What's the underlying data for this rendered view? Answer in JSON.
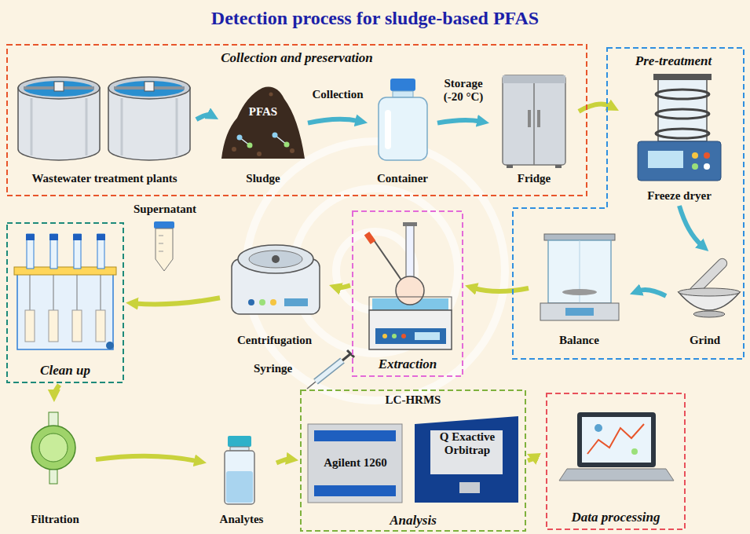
{
  "diagram": {
    "title": "Detection process for sludge-based PFAS",
    "nodes": [
      {
        "text": [
          "Collection and preservation"
        ]
      },
      {
        "text": [
          "Wastewater treatment plants"
        ],
        "in": 0
      },
      {
        "text": [
          "PFAS",
          "Sludge"
        ],
        "in": 0
      },
      {
        "text": [
          "Container"
        ],
        "in": 0
      },
      {
        "text": [
          "Fridge"
        ],
        "in": 0
      },
      {
        "text": [
          "Pre-treatment"
        ]
      },
      {
        "text": [
          "Freeze dryer"
        ],
        "in": 5
      },
      {
        "text": [
          "Grind"
        ],
        "in": 5
      },
      {
        "text": [
          "Balance"
        ],
        "in": 5
      },
      {
        "text": [
          "Extraction"
        ]
      },
      {
        "text": [
          "Centrifugation"
        ]
      },
      {
        "text": [
          "Supernatant"
        ]
      },
      {
        "text": [
          "Clean up"
        ]
      },
      {
        "text": [
          "Filtration"
        ]
      },
      {
        "text": [
          "Analytes"
        ]
      },
      {
        "text": [
          "Syringe"
        ]
      },
      {
        "text": [
          "LC-HRMS",
          "Analysis"
        ]
      },
      {
        "text": [
          "Agilent 1260"
        ],
        "in": 16
      },
      {
        "text": [
          "Q Exactive Orbitrap"
        ],
        "in": 16
      },
      {
        "text": [
          "Data processing"
        ]
      }
    ],
    "edges": [
      {
        "from": 1,
        "to": 2,
        "arrow": "to"
      },
      {
        "from": 2,
        "to": 3,
        "label": "Collection",
        "arrow": "to"
      },
      {
        "from": 3,
        "to": 4,
        "label": "Storage (-20 °C)",
        "arrow": "to"
      },
      {
        "from": 4,
        "to": 6,
        "arrow": "to"
      },
      {
        "from": 6,
        "to": 7,
        "arrow": "to"
      },
      {
        "from": 7,
        "to": 8,
        "arrow": "to"
      },
      {
        "from": 8,
        "to": 9,
        "arrow": "to"
      },
      {
        "from": 9,
        "to": 10,
        "arrow": "to"
      },
      {
        "from": 10,
        "to": 12,
        "arrow": "to"
      },
      {
        "from": 12,
        "to": 13,
        "arrow": "to"
      },
      {
        "from": 13,
        "to": 14,
        "arrow": "to"
      },
      {
        "from": 14,
        "to": 16,
        "arrow": "to"
      },
      {
        "from": 16,
        "to": 19,
        "arrow": "to"
      }
    ]
  }
}
